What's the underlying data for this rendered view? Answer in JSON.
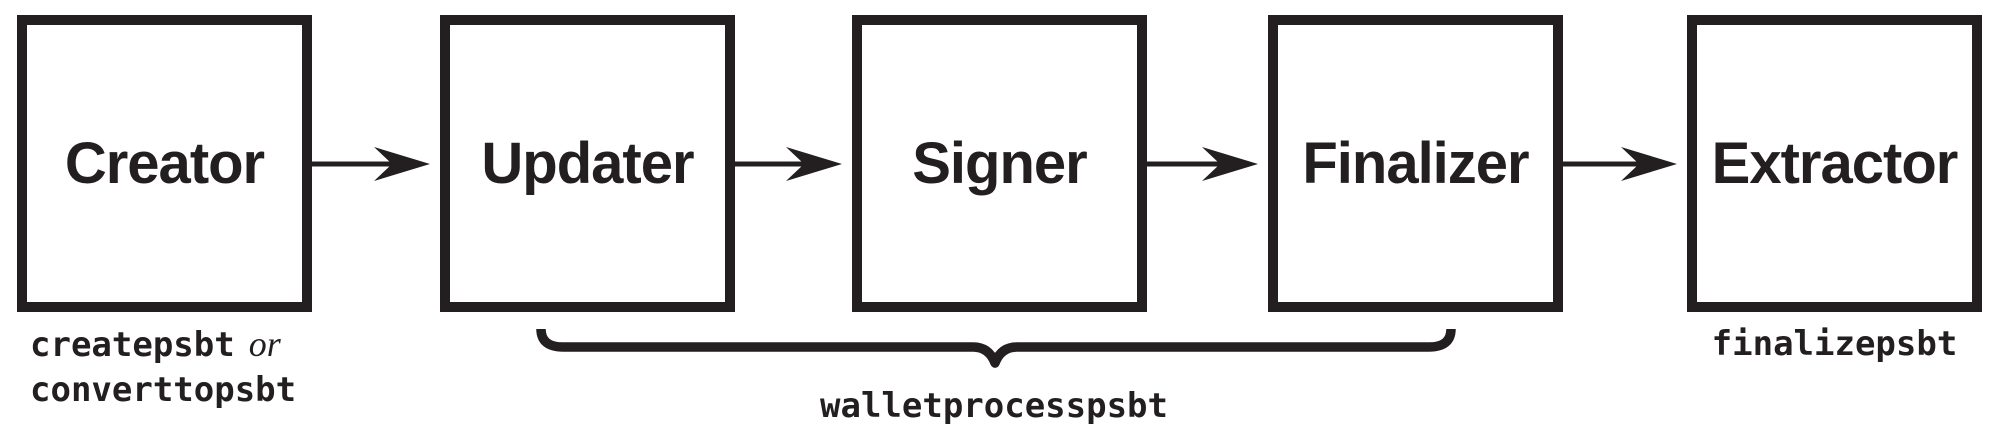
{
  "diagram": {
    "ink_color": "#231f20",
    "background_color": "#ffffff",
    "boxes": [
      {
        "label": "Creator"
      },
      {
        "label": "Updater"
      },
      {
        "label": "Signer"
      },
      {
        "label": "Finalizer"
      },
      {
        "label": "Extractor"
      }
    ],
    "edges": [
      {
        "from": "Creator",
        "to": "Updater",
        "type": "arrow"
      },
      {
        "from": "Updater",
        "to": "Signer",
        "type": "arrow"
      },
      {
        "from": "Signer",
        "to": "Finalizer",
        "type": "arrow"
      },
      {
        "from": "Finalizer",
        "to": "Extractor",
        "type": "arrow"
      }
    ],
    "creator_caption": {
      "command1": "createpsbt",
      "conjunction": "or",
      "command2": "converttopsbt"
    },
    "brace": {
      "spans": [
        "Updater",
        "Signer",
        "Finalizer"
      ],
      "label": "walletprocesspsbt"
    },
    "extractor_caption": "finalizepsbt"
  }
}
